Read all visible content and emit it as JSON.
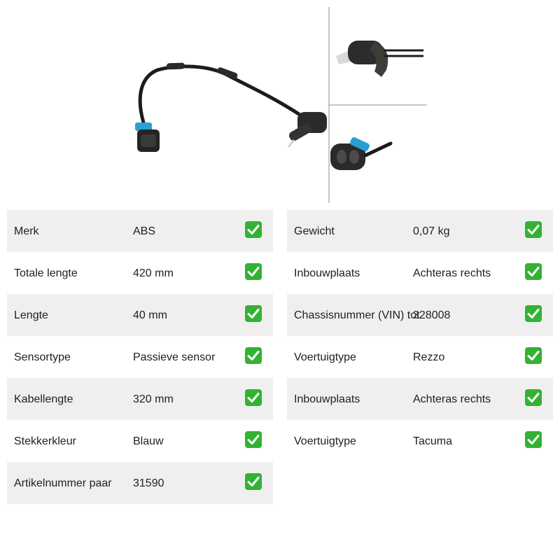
{
  "product": {
    "image_name": "abs-sensor-product-image"
  },
  "specs_left": [
    {
      "label": "Merk",
      "value": "ABS",
      "ok": true
    },
    {
      "label": "Totale lengte",
      "value": "420 mm",
      "ok": true
    },
    {
      "label": "Lengte",
      "value": "40 mm",
      "ok": true
    },
    {
      "label": "Sensortype",
      "value": "Passieve sensor",
      "ok": true
    },
    {
      "label": "Kabellengte",
      "value": "320 mm",
      "ok": true
    },
    {
      "label": "Stekkerkleur",
      "value": "Blauw",
      "ok": true
    },
    {
      "label": "Artikelnummer paar",
      "value": "31590",
      "ok": true
    }
  ],
  "specs_right": [
    {
      "label": "Gewicht",
      "value": "0,07 kg",
      "ok": true
    },
    {
      "label": "Inbouwplaats",
      "value": "Achteras rechts",
      "ok": true
    },
    {
      "label": "Chassisnummer (VIN) tot",
      "value": "328008",
      "ok": true
    },
    {
      "label": "Voertuigtype",
      "value": "Rezzo",
      "ok": true
    },
    {
      "label": "Inbouwplaats",
      "value": "Achteras rechts",
      "ok": true
    },
    {
      "label": "Voertuigtype",
      "value": "Tacuma",
      "ok": true
    }
  ],
  "colors": {
    "row_shade": "#efefef",
    "check_green": "#34b233",
    "connector_blue": "#2a9fd6",
    "cable": "#1c1c1c"
  },
  "icons": {
    "check": "check-mark-icon"
  }
}
